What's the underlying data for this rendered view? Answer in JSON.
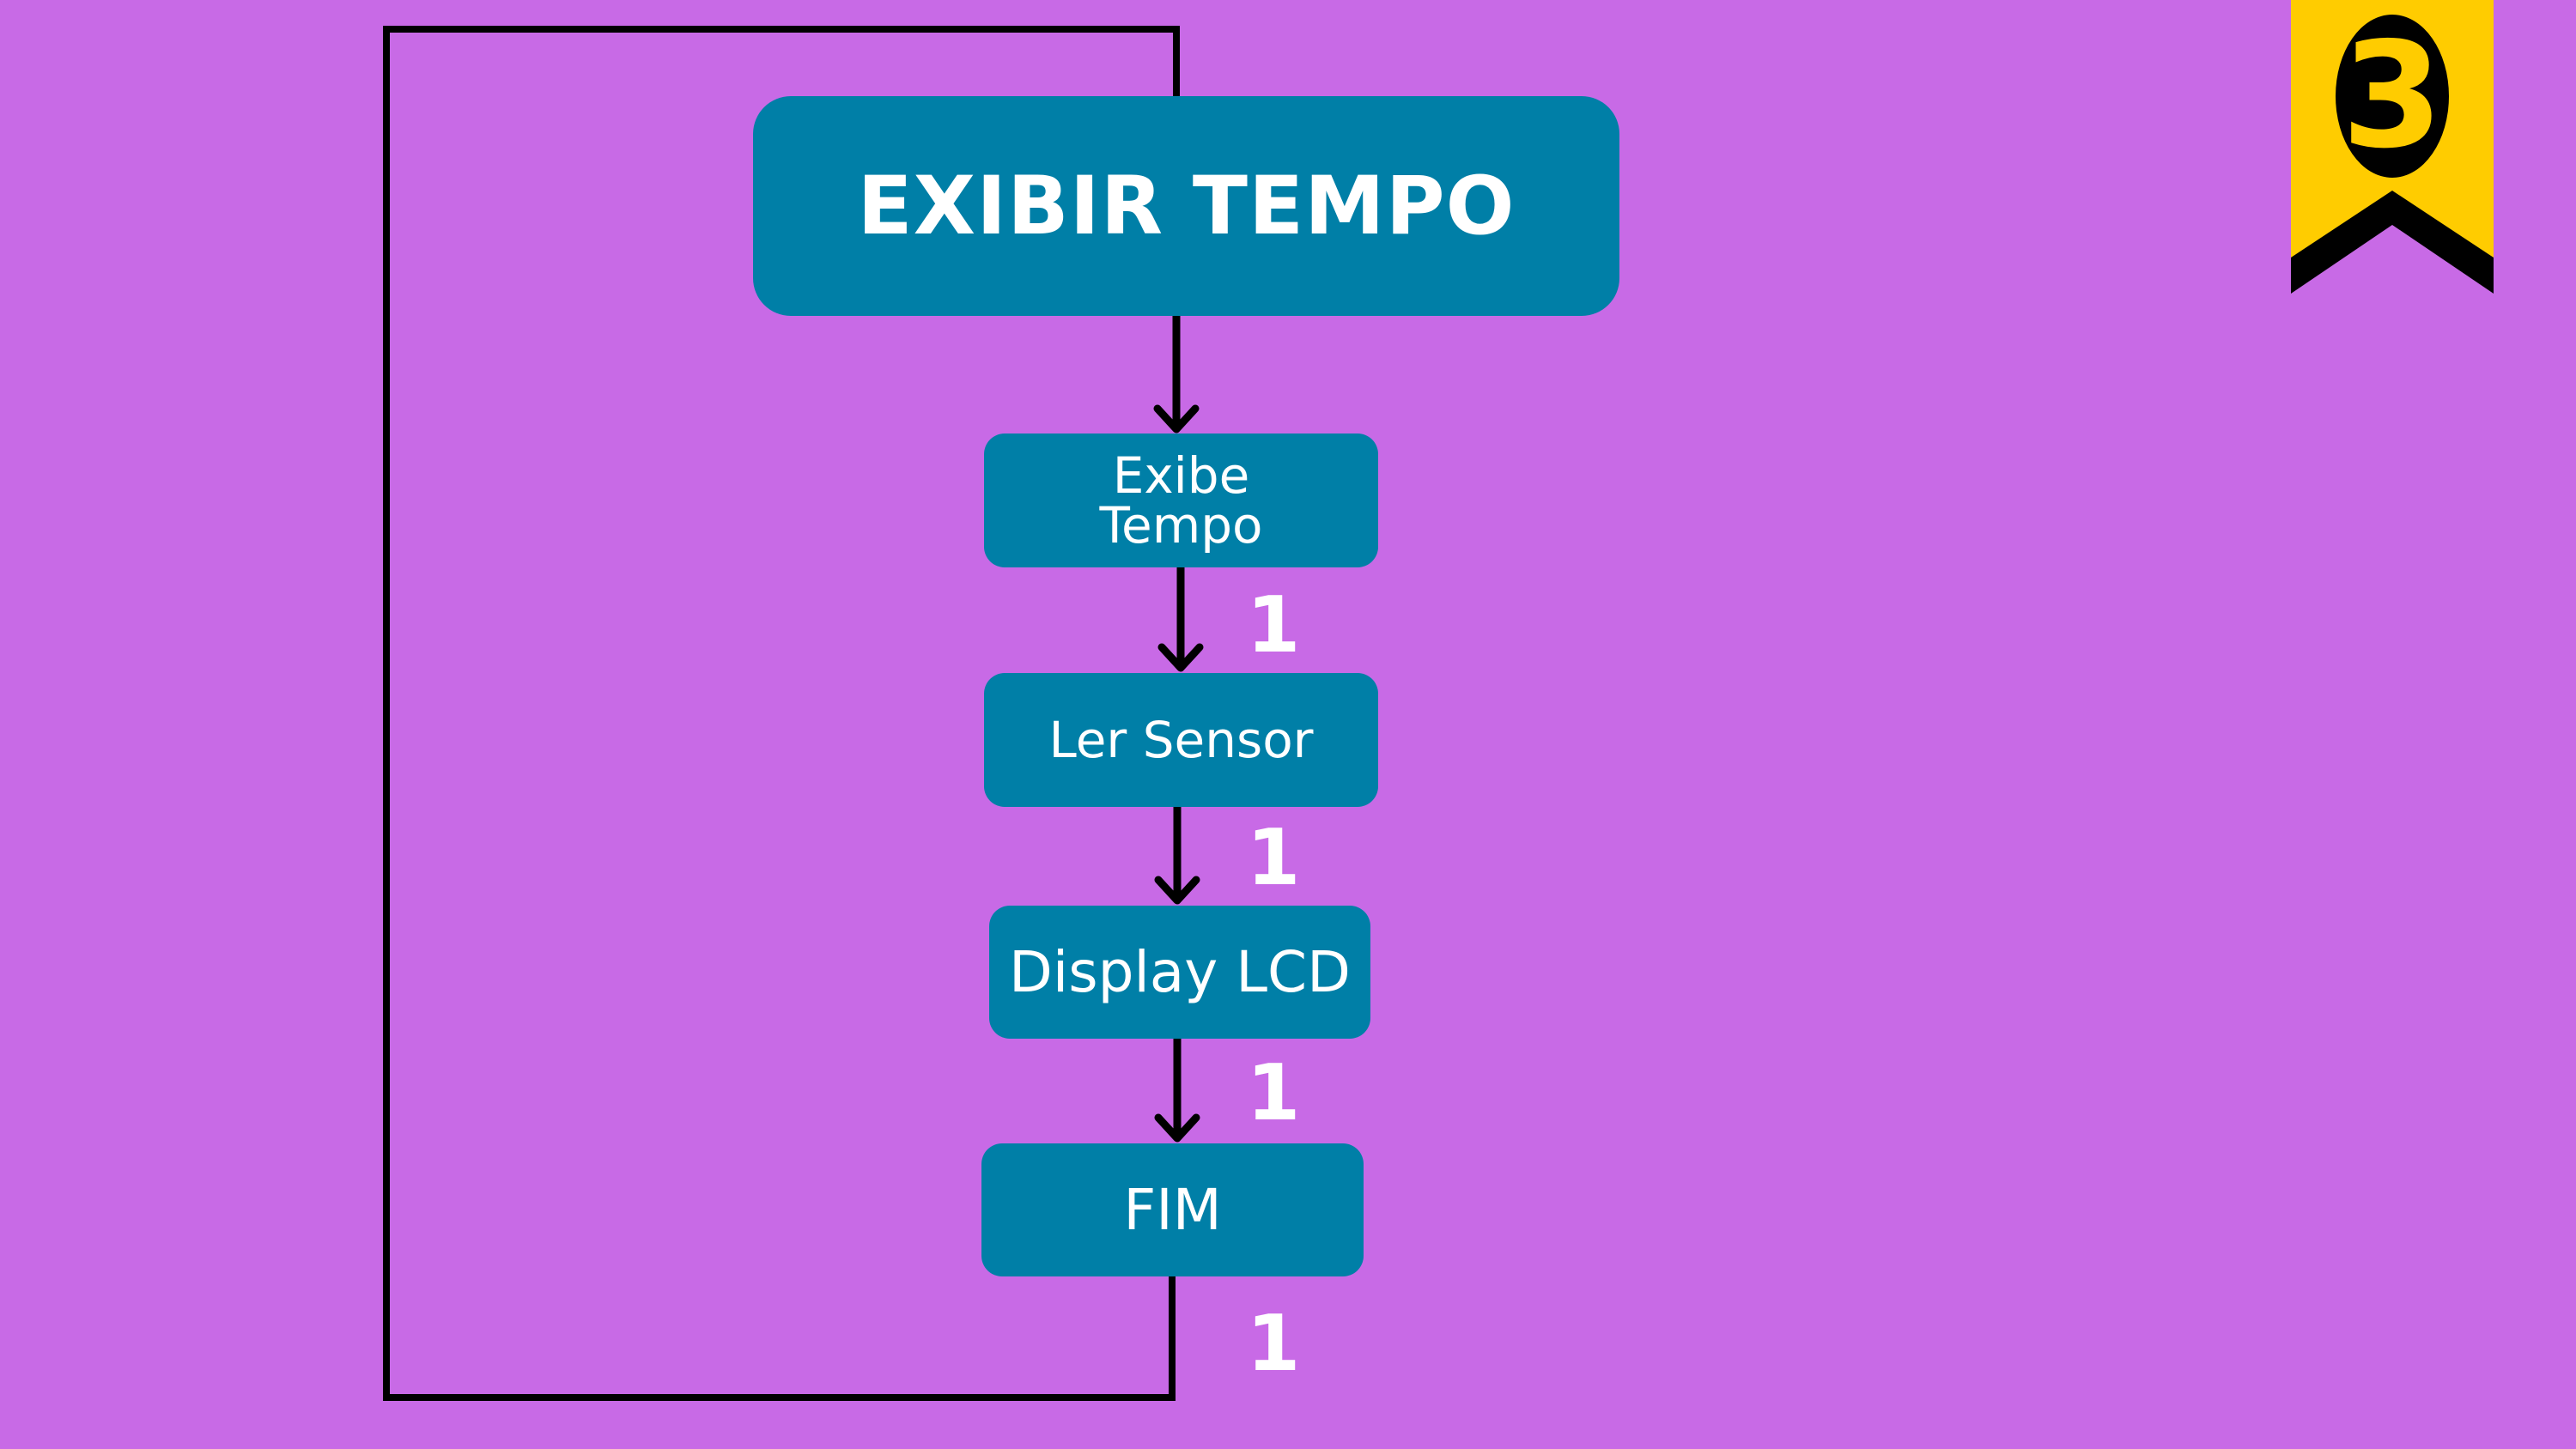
{
  "diagram": {
    "title": "EXIBIR TEMPO",
    "steps": [
      "Exibe Tempo",
      "Ler Sensor",
      "Display LCD",
      "FIM"
    ],
    "edge_labels": [
      "1",
      "1",
      "1",
      "1"
    ]
  },
  "badge": {
    "number": "3",
    "icon": "ribbon-bookmark-icon"
  },
  "colors": {
    "background": "#c86ae6",
    "node": "#007fa7",
    "text": "#ffffff",
    "line": "#000000",
    "badge": "#ffcc00"
  }
}
